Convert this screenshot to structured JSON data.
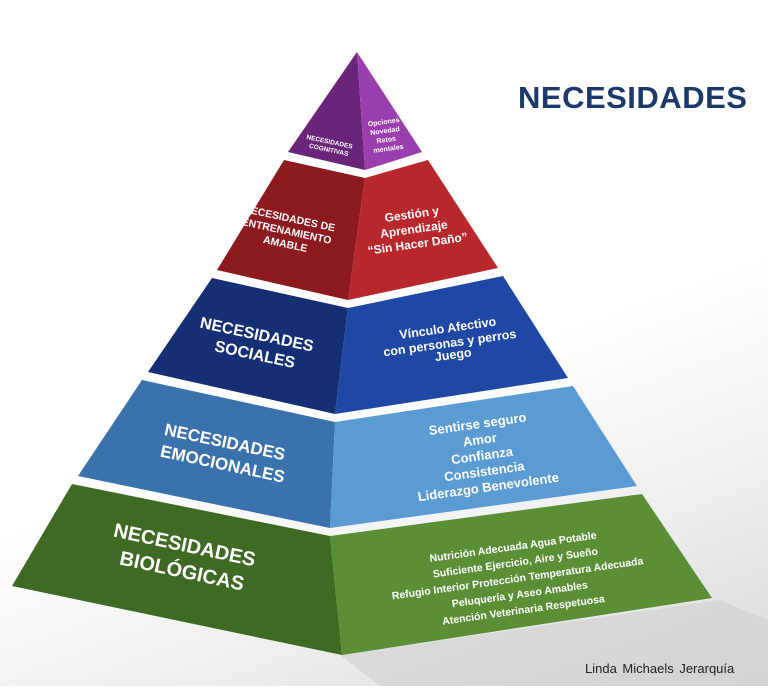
{
  "title": "NECESIDADES",
  "credit": "Linda  Michaels  Jerarquía",
  "levels": [
    {
      "name_lines": [
        "NECESIDADES",
        "COGNITIVAS"
      ],
      "items": [
        "Opciones",
        "Novedad",
        "Retos",
        "mentales"
      ],
      "color": "#7b2d8e"
    },
    {
      "name_lines": [
        "NECESIDADES DE",
        "ENTRENAMIENTO",
        "AMABLE"
      ],
      "items": [
        "Gestión y",
        "Aprendizaje",
        "“Sin Hacer Daño”"
      ],
      "color": "#a81f24"
    },
    {
      "name_lines": [
        "NECESIDADES",
        "SOCIALES"
      ],
      "items": [
        "Vínculo Afectivo",
        "con personas y perros",
        "",
        "Juego"
      ],
      "color": "#1b3f96"
    },
    {
      "name_lines": [
        "NECESIDADES",
        "EMOCIONALES"
      ],
      "items": [
        "Sentirse seguro",
        "Amor",
        "Confianza",
        "Consistencia",
        "Liderazgo Benevolente"
      ],
      "color": "#4a8cc8"
    },
    {
      "name_lines": [
        "NECESIDADES",
        "BIOLÓGICAS"
      ],
      "items": [
        "Nutrición Adecuada   Agua Potable",
        "Suficiente Ejercicio, Aire y Sueño",
        "Refugio Interior  Protección  Temperatura Adecuada",
        "Peluquería y Aseo Amables",
        "Atención Veterinaria Respetuosa"
      ],
      "color": "#4f7f2e"
    }
  ]
}
